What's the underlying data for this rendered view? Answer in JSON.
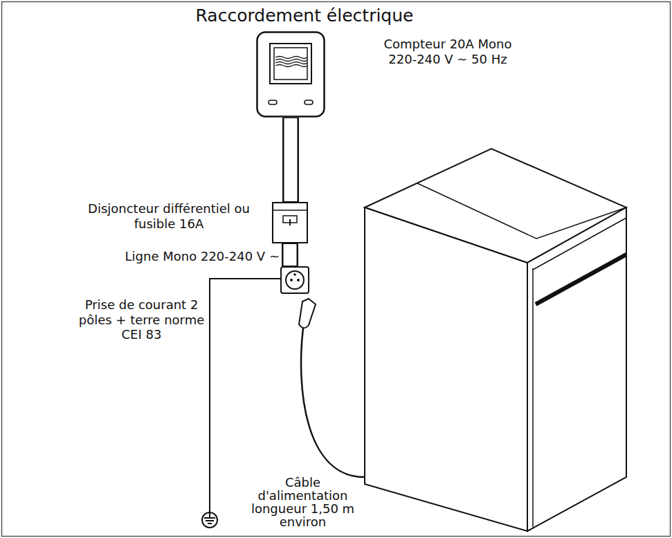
{
  "diagram": {
    "title": "Raccordement électrique",
    "nodes": [
      {
        "text": [
          "Compteur 20A Mono 220-240 V ~ 50 Hz"
        ]
      },
      {
        "text": [
          "Disjoncteur différentiel ou fusible 16A"
        ]
      },
      {
        "text": [
          "Prise de courant 2 pôles + terre norme CEI 83"
        ]
      }
    ],
    "edges": [
      {
        "from": 0,
        "to": 1,
        "arrow": "none"
      },
      {
        "from": 1,
        "to": 2,
        "label": "Ligne Mono 220-240 V ~",
        "arrow": "none"
      }
    ],
    "labels": [
      "Câble d'alimentation longueur 1,50 m environ"
    ]
  }
}
